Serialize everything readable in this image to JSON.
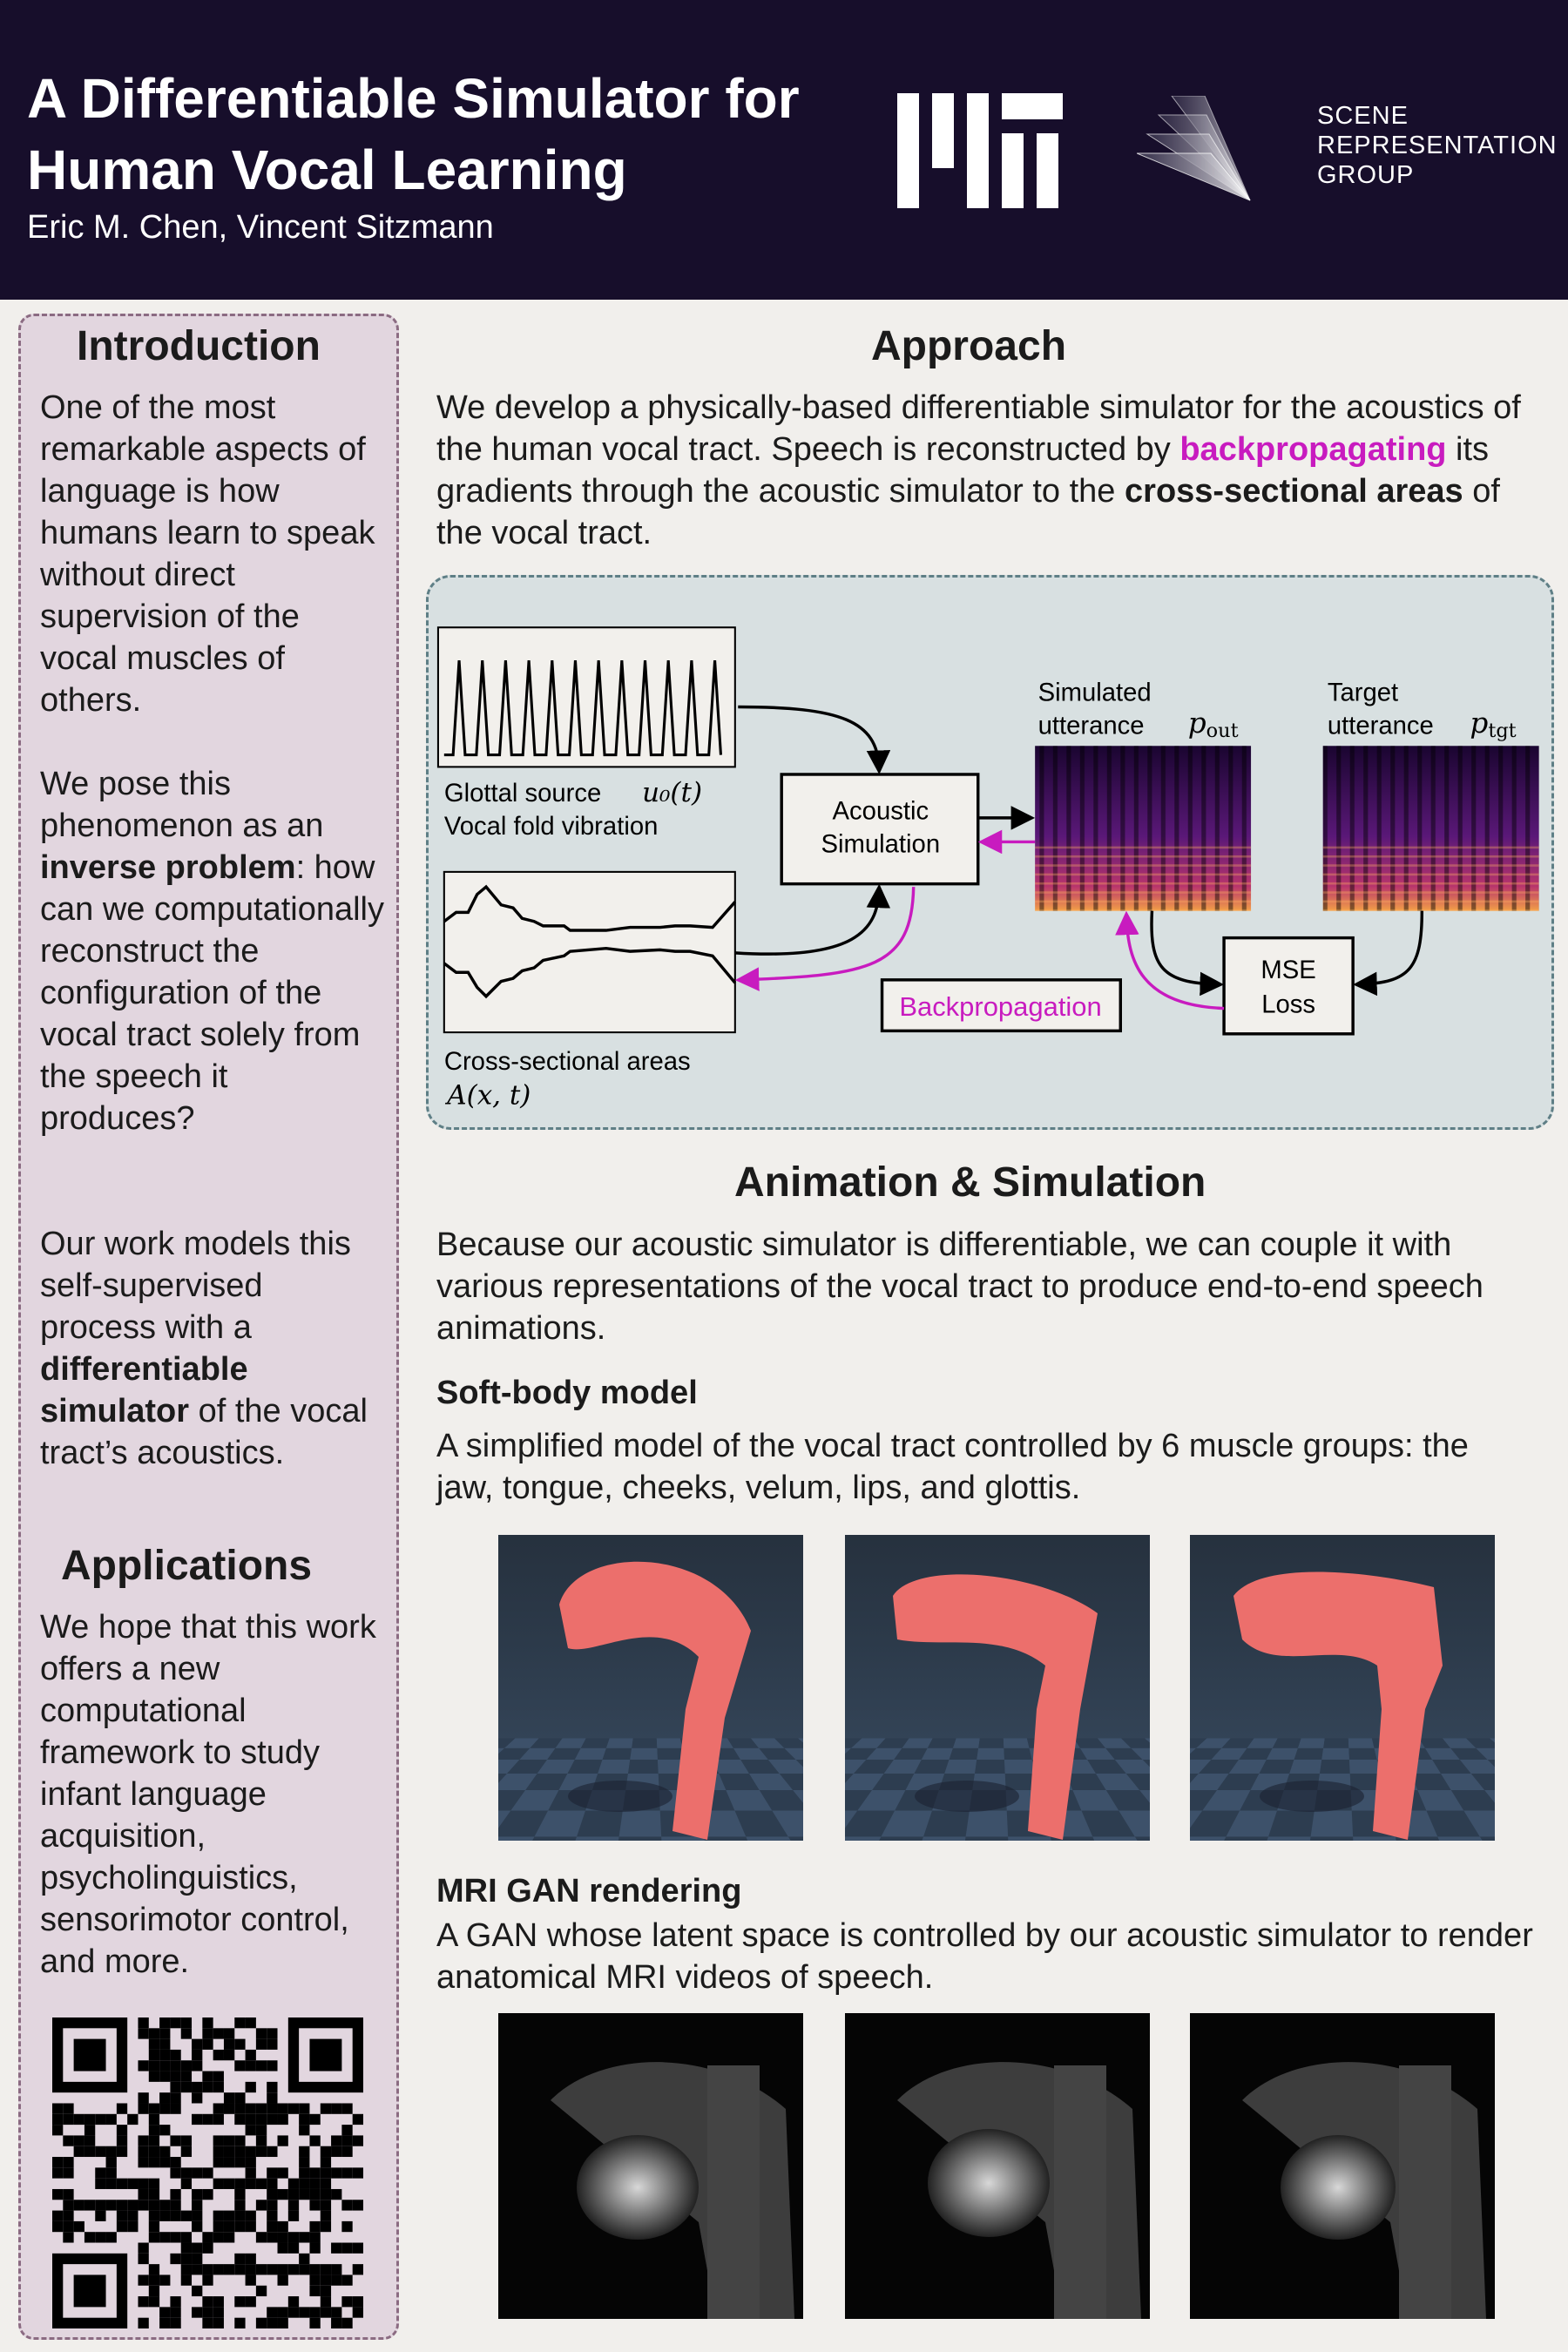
{
  "header": {
    "title": "A Differentiable Simulator for Human Vocal Learning",
    "authors": "Eric M. Chen, Vincent Sitzmann",
    "group_lines": [
      "SCENE",
      "REPRESENTATION",
      "GROUP"
    ],
    "logo": "MIT"
  },
  "intro": {
    "heading": "Introduction",
    "p1": "One of the most remarkable aspects of language is how humans learn to speak without direct supervision of the vocal muscles of others.",
    "p2a": "We pose this phenomenon as an ",
    "p2b": "inverse problem",
    "p2c": ": how can we computationally reconstruct the configuration of the vocal tract solely from the speech it produces?",
    "p3a": "Our work models this self-supervised process with a ",
    "p3b": "differentiable simulator",
    "p3c": " of the vocal tract’s acoustics."
  },
  "applications": {
    "heading": "Applications",
    "p": "We hope that this work offers a new computational framework to study infant language acquisition, psycholinguistics, sensorimotor control, and more."
  },
  "approach": {
    "heading": "Approach",
    "a": "We develop a physically-based differentiable simulator for the acoustics of the human vocal tract. Speech is reconstructed by ",
    "b": "backpropagating",
    "c": " its gradients through the acoustic simulator to the ",
    "d": "cross-sectional areas",
    "e": " of the vocal tract."
  },
  "diagram": {
    "glottal": "Glottal source",
    "glottal_math": "u₀(t)",
    "vocal_fold": "Vocal fold vibration",
    "areas": "Cross-sectional areas",
    "areas_math": "A(x, t)",
    "acoustic1": "Acoustic",
    "acoustic2": "Simulation",
    "sim1": "Simulated",
    "sim2": "utterance",
    "sim_math": "p",
    "sim_sub": "out",
    "tgt1": "Target",
    "tgt2": "utterance",
    "tgt_math": "p",
    "tgt_sub": "tgt",
    "mse1": "MSE",
    "mse2": "Loss",
    "backprop": "Backpropagation",
    "accent": "#c81bbf"
  },
  "animation": {
    "heading": "Animation & Simulation",
    "p": "Because our acoustic simulator is differentiable, we can couple it with various representations of the vocal tract to produce end-to-end speech animations.",
    "soft_heading": "Soft-body model",
    "soft_p": "A simplified model of the vocal tract controlled by 6 muscle groups: the jaw, tongue, cheeks, velum, lips, and glottis.",
    "mri_heading": "MRI GAN rendering",
    "mri_p": "A GAN whose latent space is controlled by our acoustic simulator to render anatomical MRI videos of speech."
  }
}
